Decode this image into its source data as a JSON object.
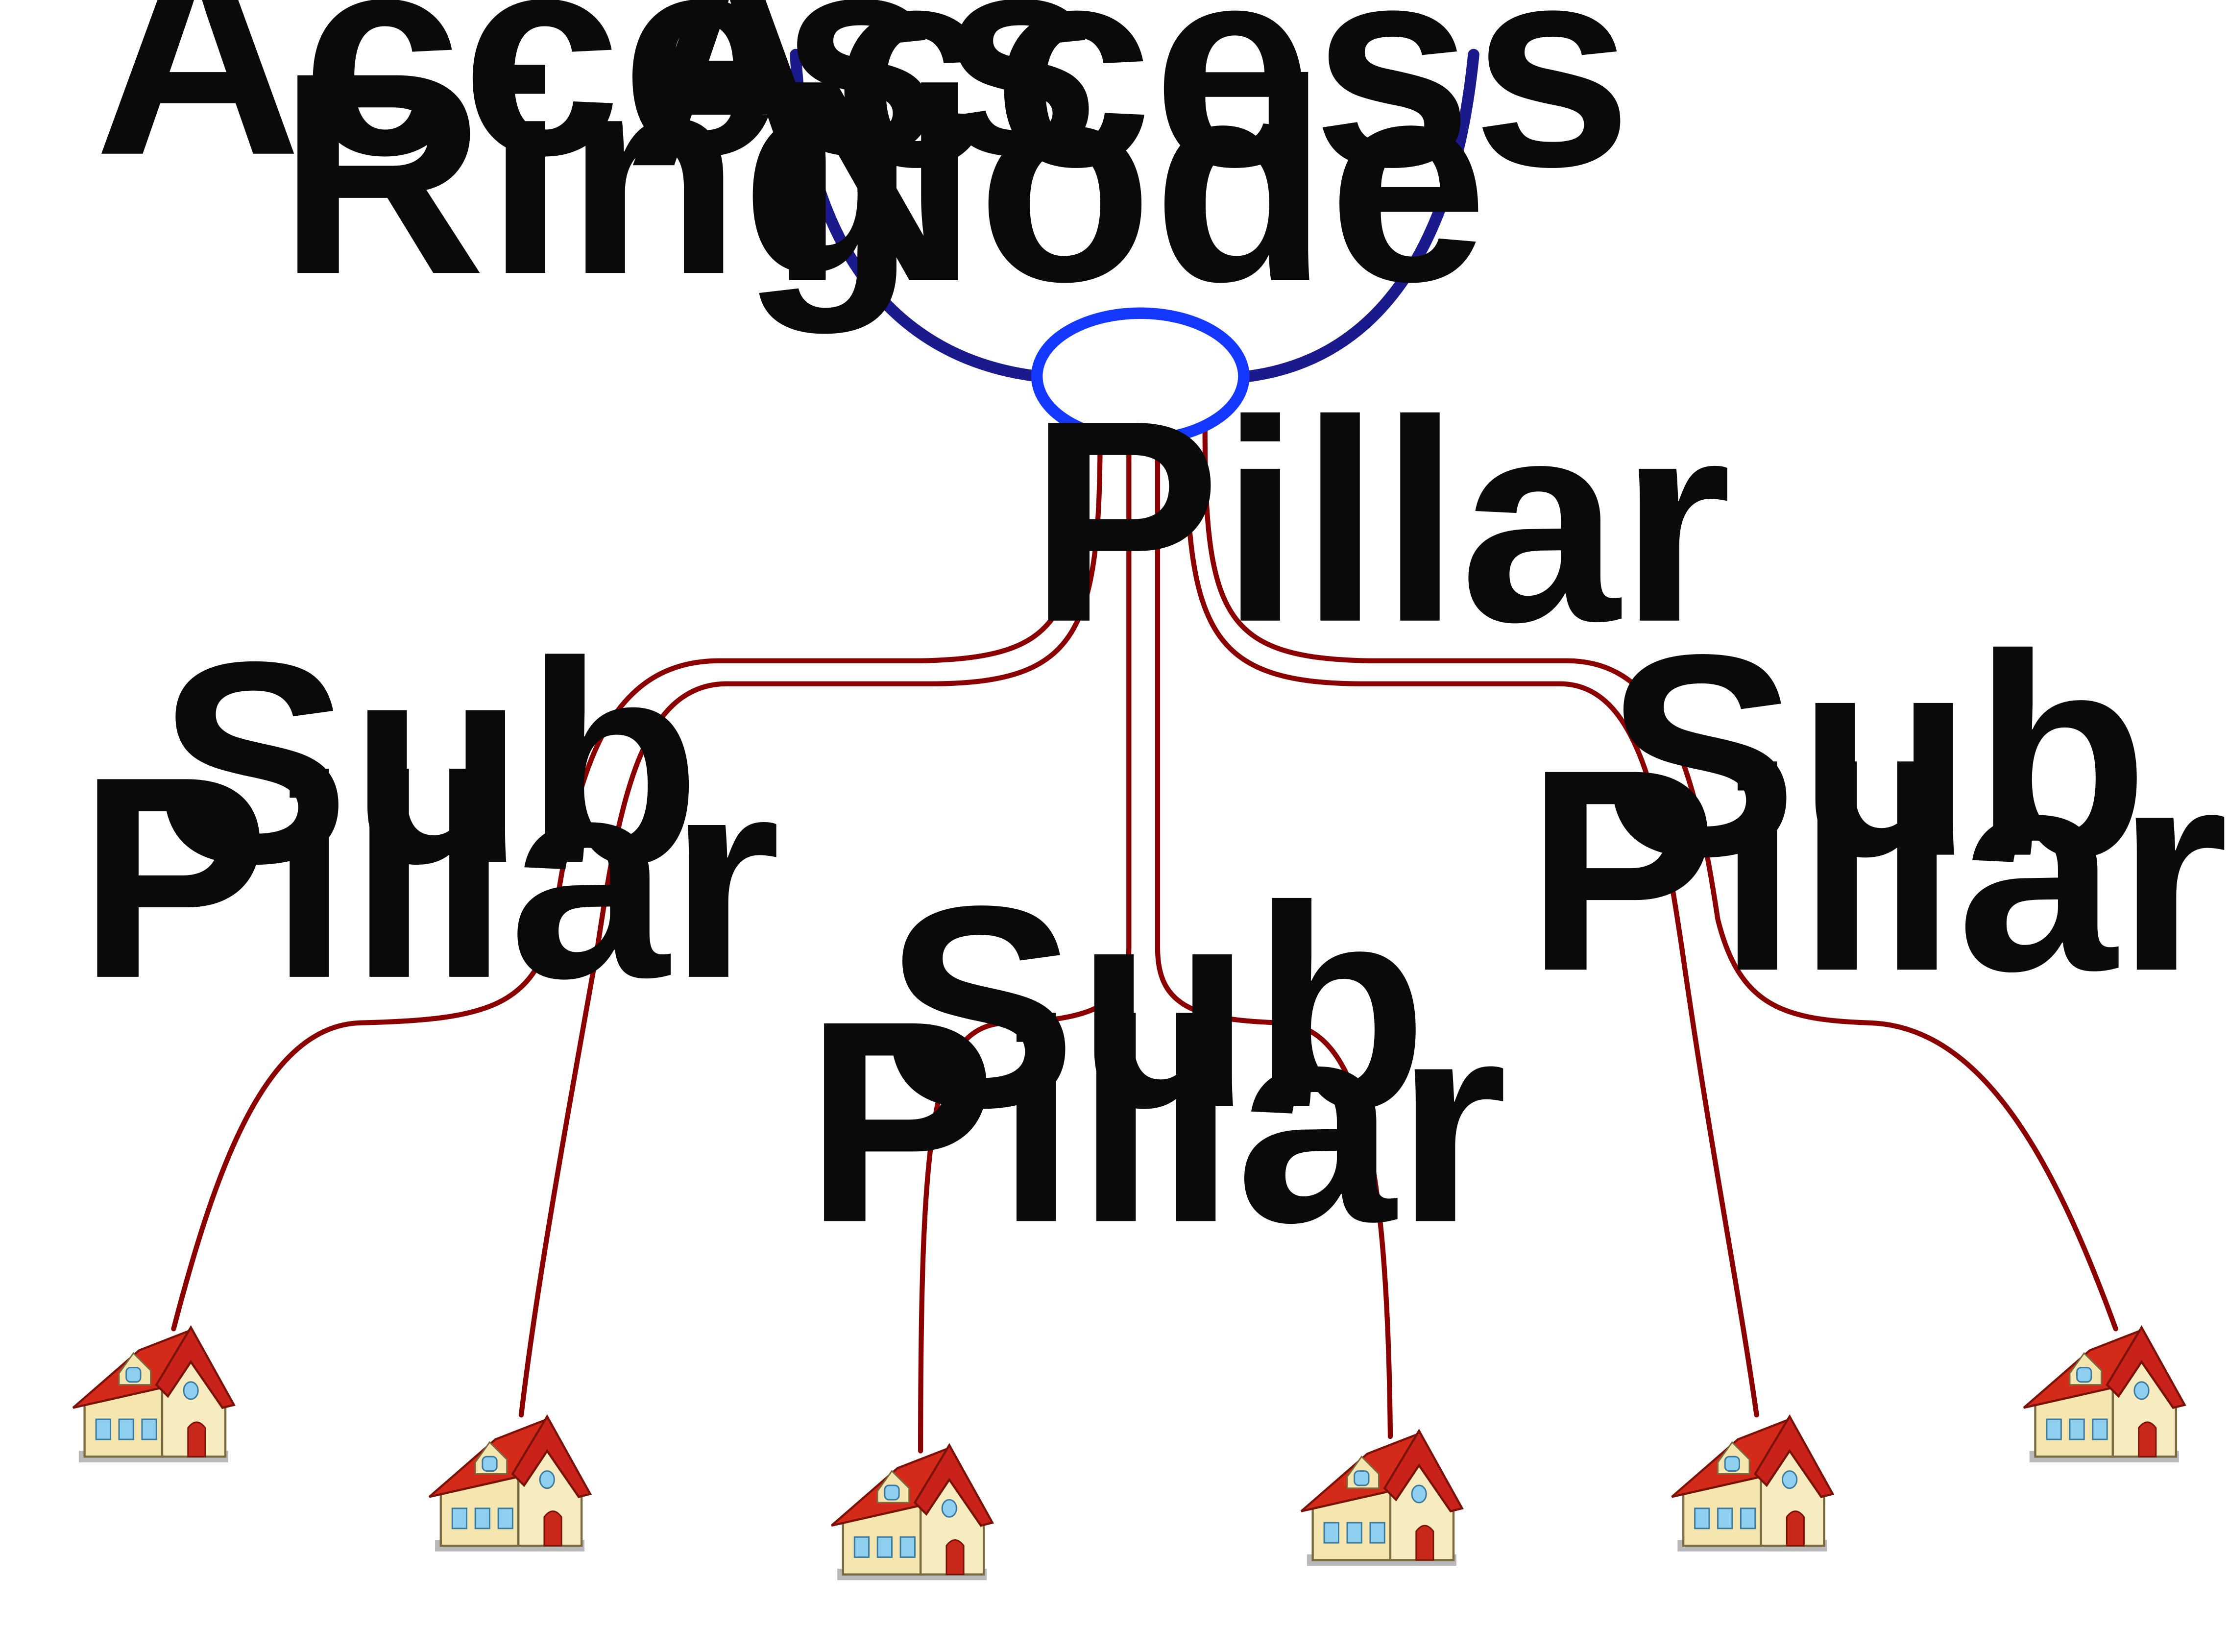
{
  "labels": {
    "access_ring": [
      "Access",
      "Ring"
    ],
    "access_node": [
      "Access",
      "Node"
    ],
    "pillar": "Pillar",
    "sub_pillar_left": [
      "Sub",
      "Pillar"
    ],
    "sub_pillar_center": [
      "Sub",
      "Pillar"
    ],
    "sub_pillar_right": [
      "Sub",
      "Pillar"
    ]
  },
  "colors": {
    "ring": "#1a1a8c",
    "node_stroke": "#1438ff",
    "cable": "#8b0000",
    "house_wall": "#f5e6b0",
    "house_roof": "#d42a1a",
    "house_window": "#8fd0f0",
    "house_door": "#c8281a"
  },
  "icons": {
    "house": "house-icon"
  },
  "house_count": 6
}
